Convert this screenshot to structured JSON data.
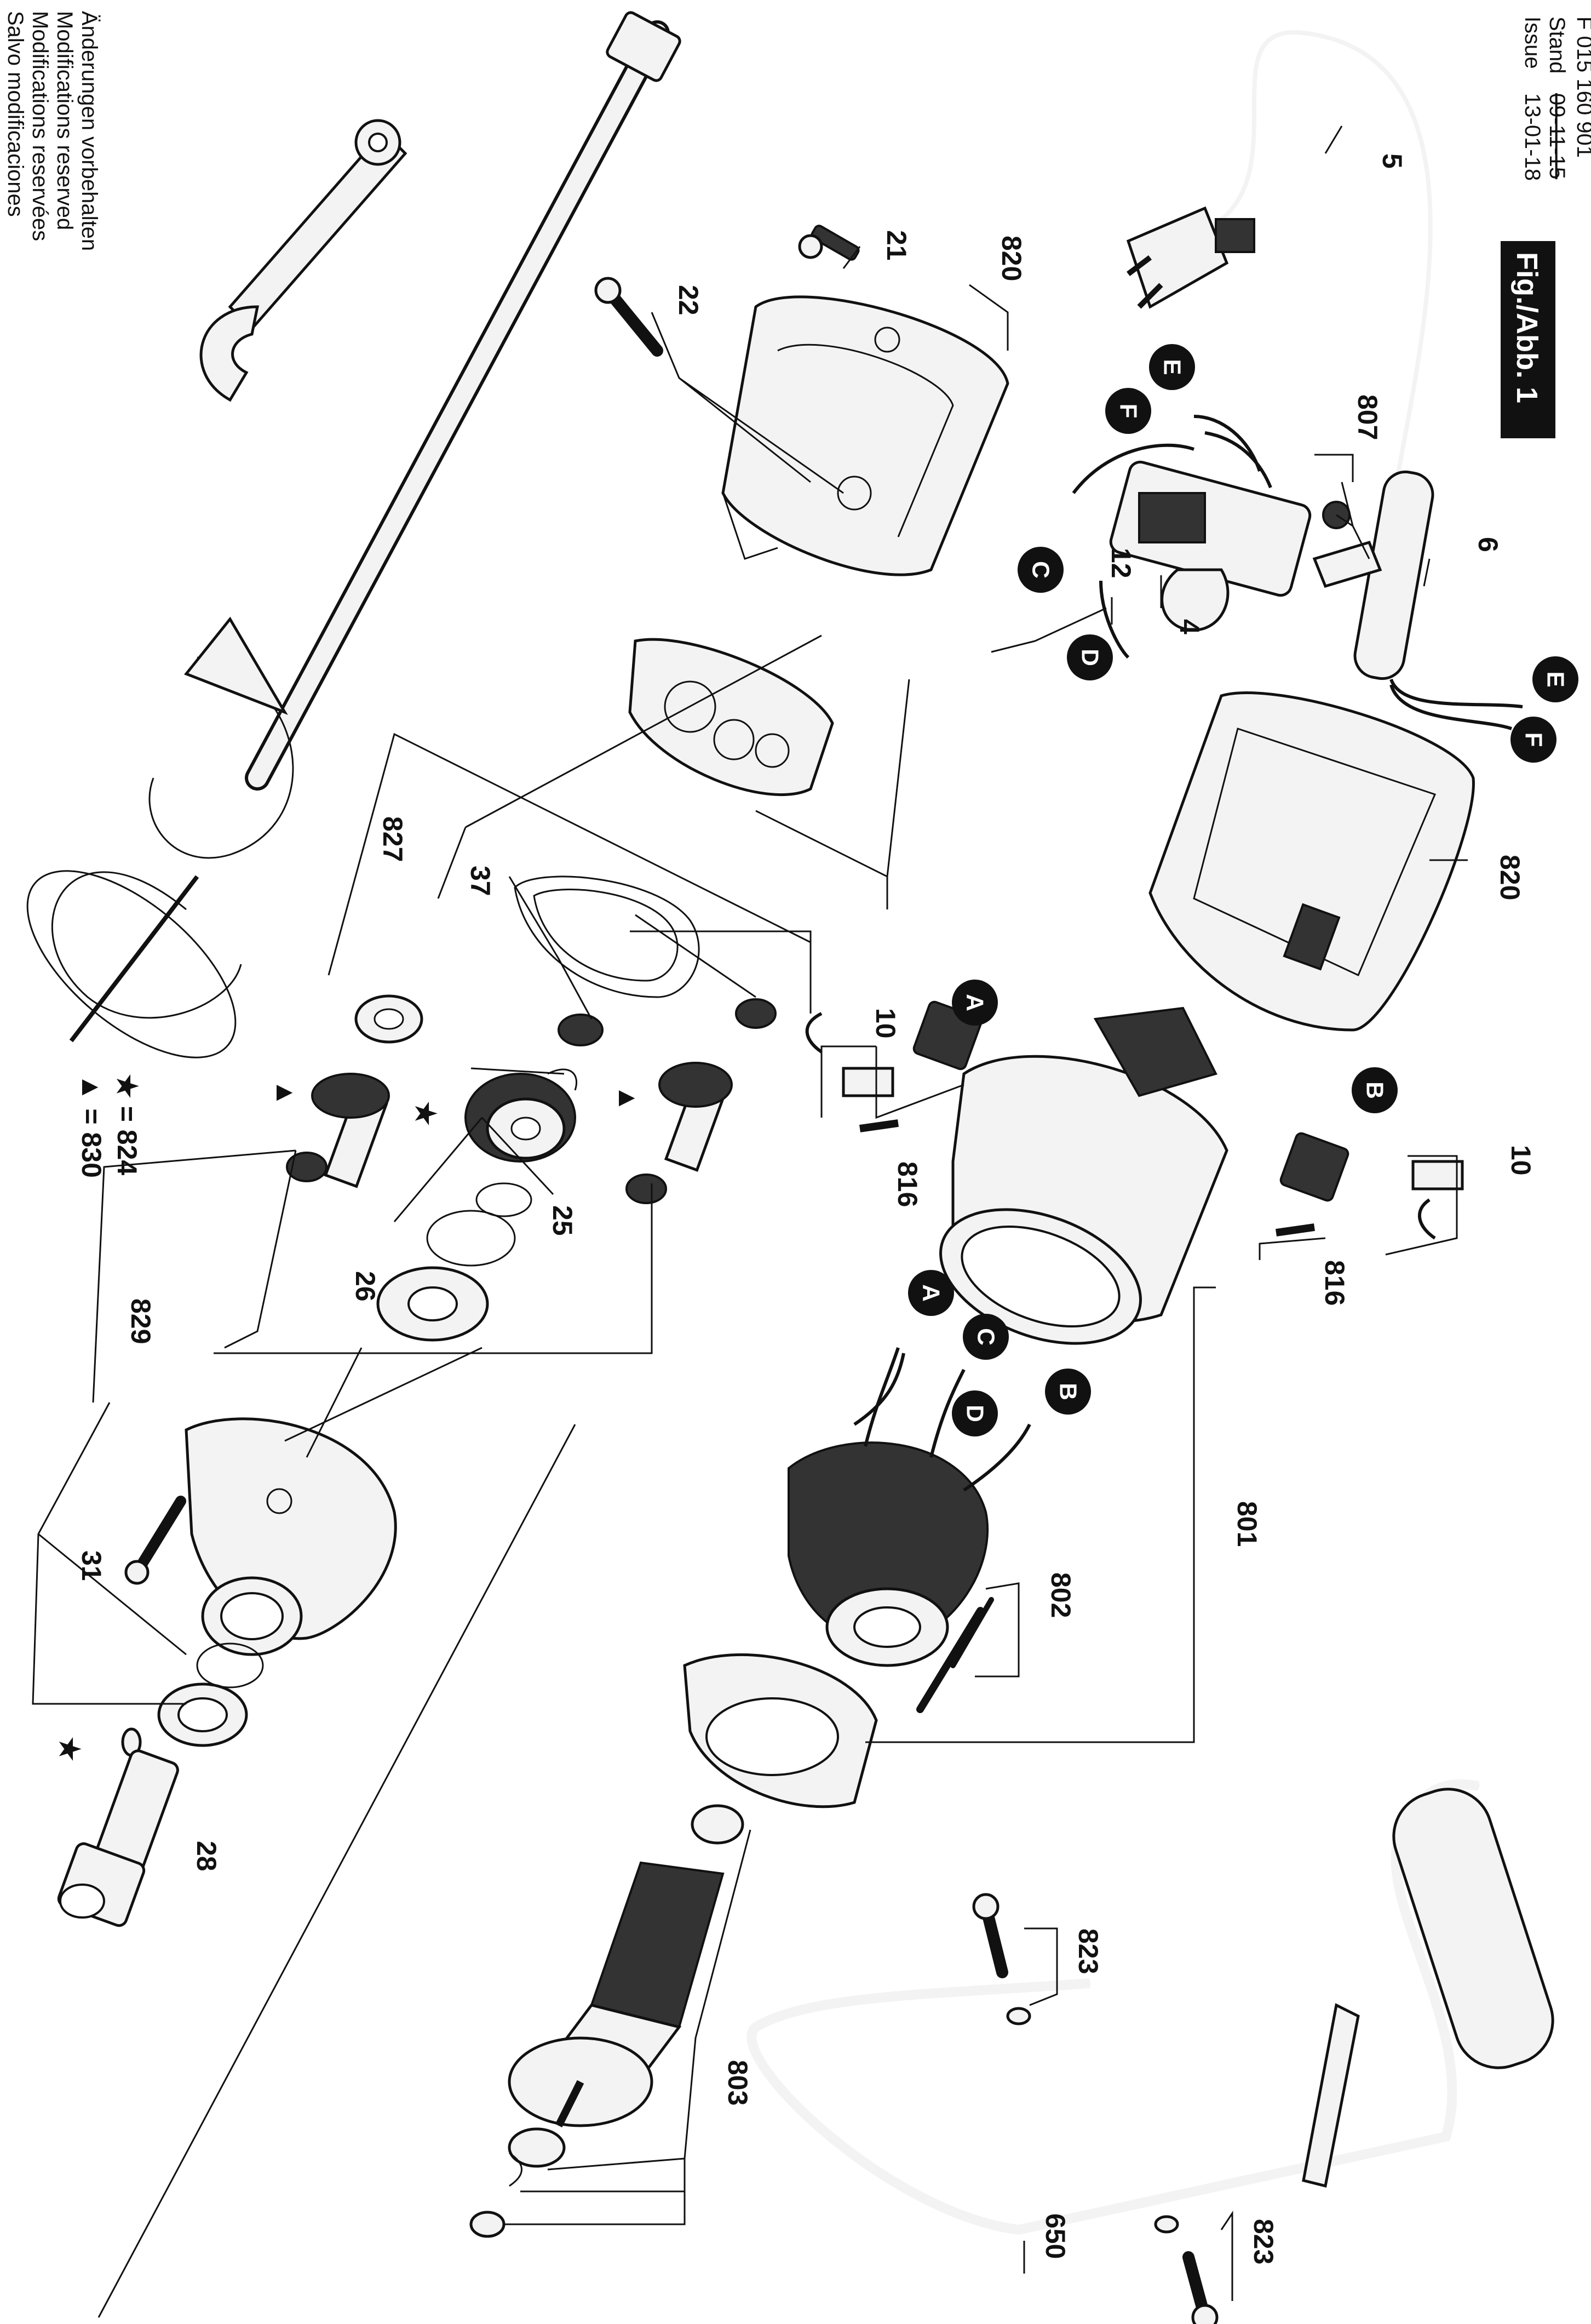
{
  "header": {
    "doc_number": "F 015 160 901",
    "stand_label": "Stand",
    "issue_label": "Issue",
    "stand_date_struck": "09-11-15",
    "issue_date": "13-01-18",
    "figure_label": "Fig./Abb. 1"
  },
  "disclaimer": [
    "Änderungen vorbehalten",
    "Modifications reserved",
    "Modifications reservées",
    "Salvo modificaciones"
  ],
  "legend": {
    "star": "★ = 824",
    "triangle": "▲ = 830"
  },
  "symbols": {
    "star": "★",
    "triangle": "▲"
  },
  "parts": {
    "p4": "4",
    "p5": "5",
    "p6": "6",
    "p10a": "10",
    "p10b": "10",
    "p12": "12",
    "p21": "21",
    "p22": "22",
    "p25": "25",
    "p26": "26",
    "p28": "28",
    "p31": "31",
    "p37": "37",
    "p650": "650",
    "p801": "801",
    "p802": "802",
    "p803": "803",
    "p807": "807",
    "p816a": "816",
    "p816b": "816",
    "p820a": "820",
    "p820b": "820",
    "p823a": "823",
    "p823b": "823",
    "p827": "827",
    "p829": "829"
  },
  "connectors": {
    "A1": "A",
    "A2": "A",
    "B1": "B",
    "B2": "B",
    "C1": "C",
    "C2": "C",
    "D1": "D",
    "D2": "D",
    "E1": "E",
    "E2": "E",
    "F1": "F",
    "F2": "F"
  }
}
